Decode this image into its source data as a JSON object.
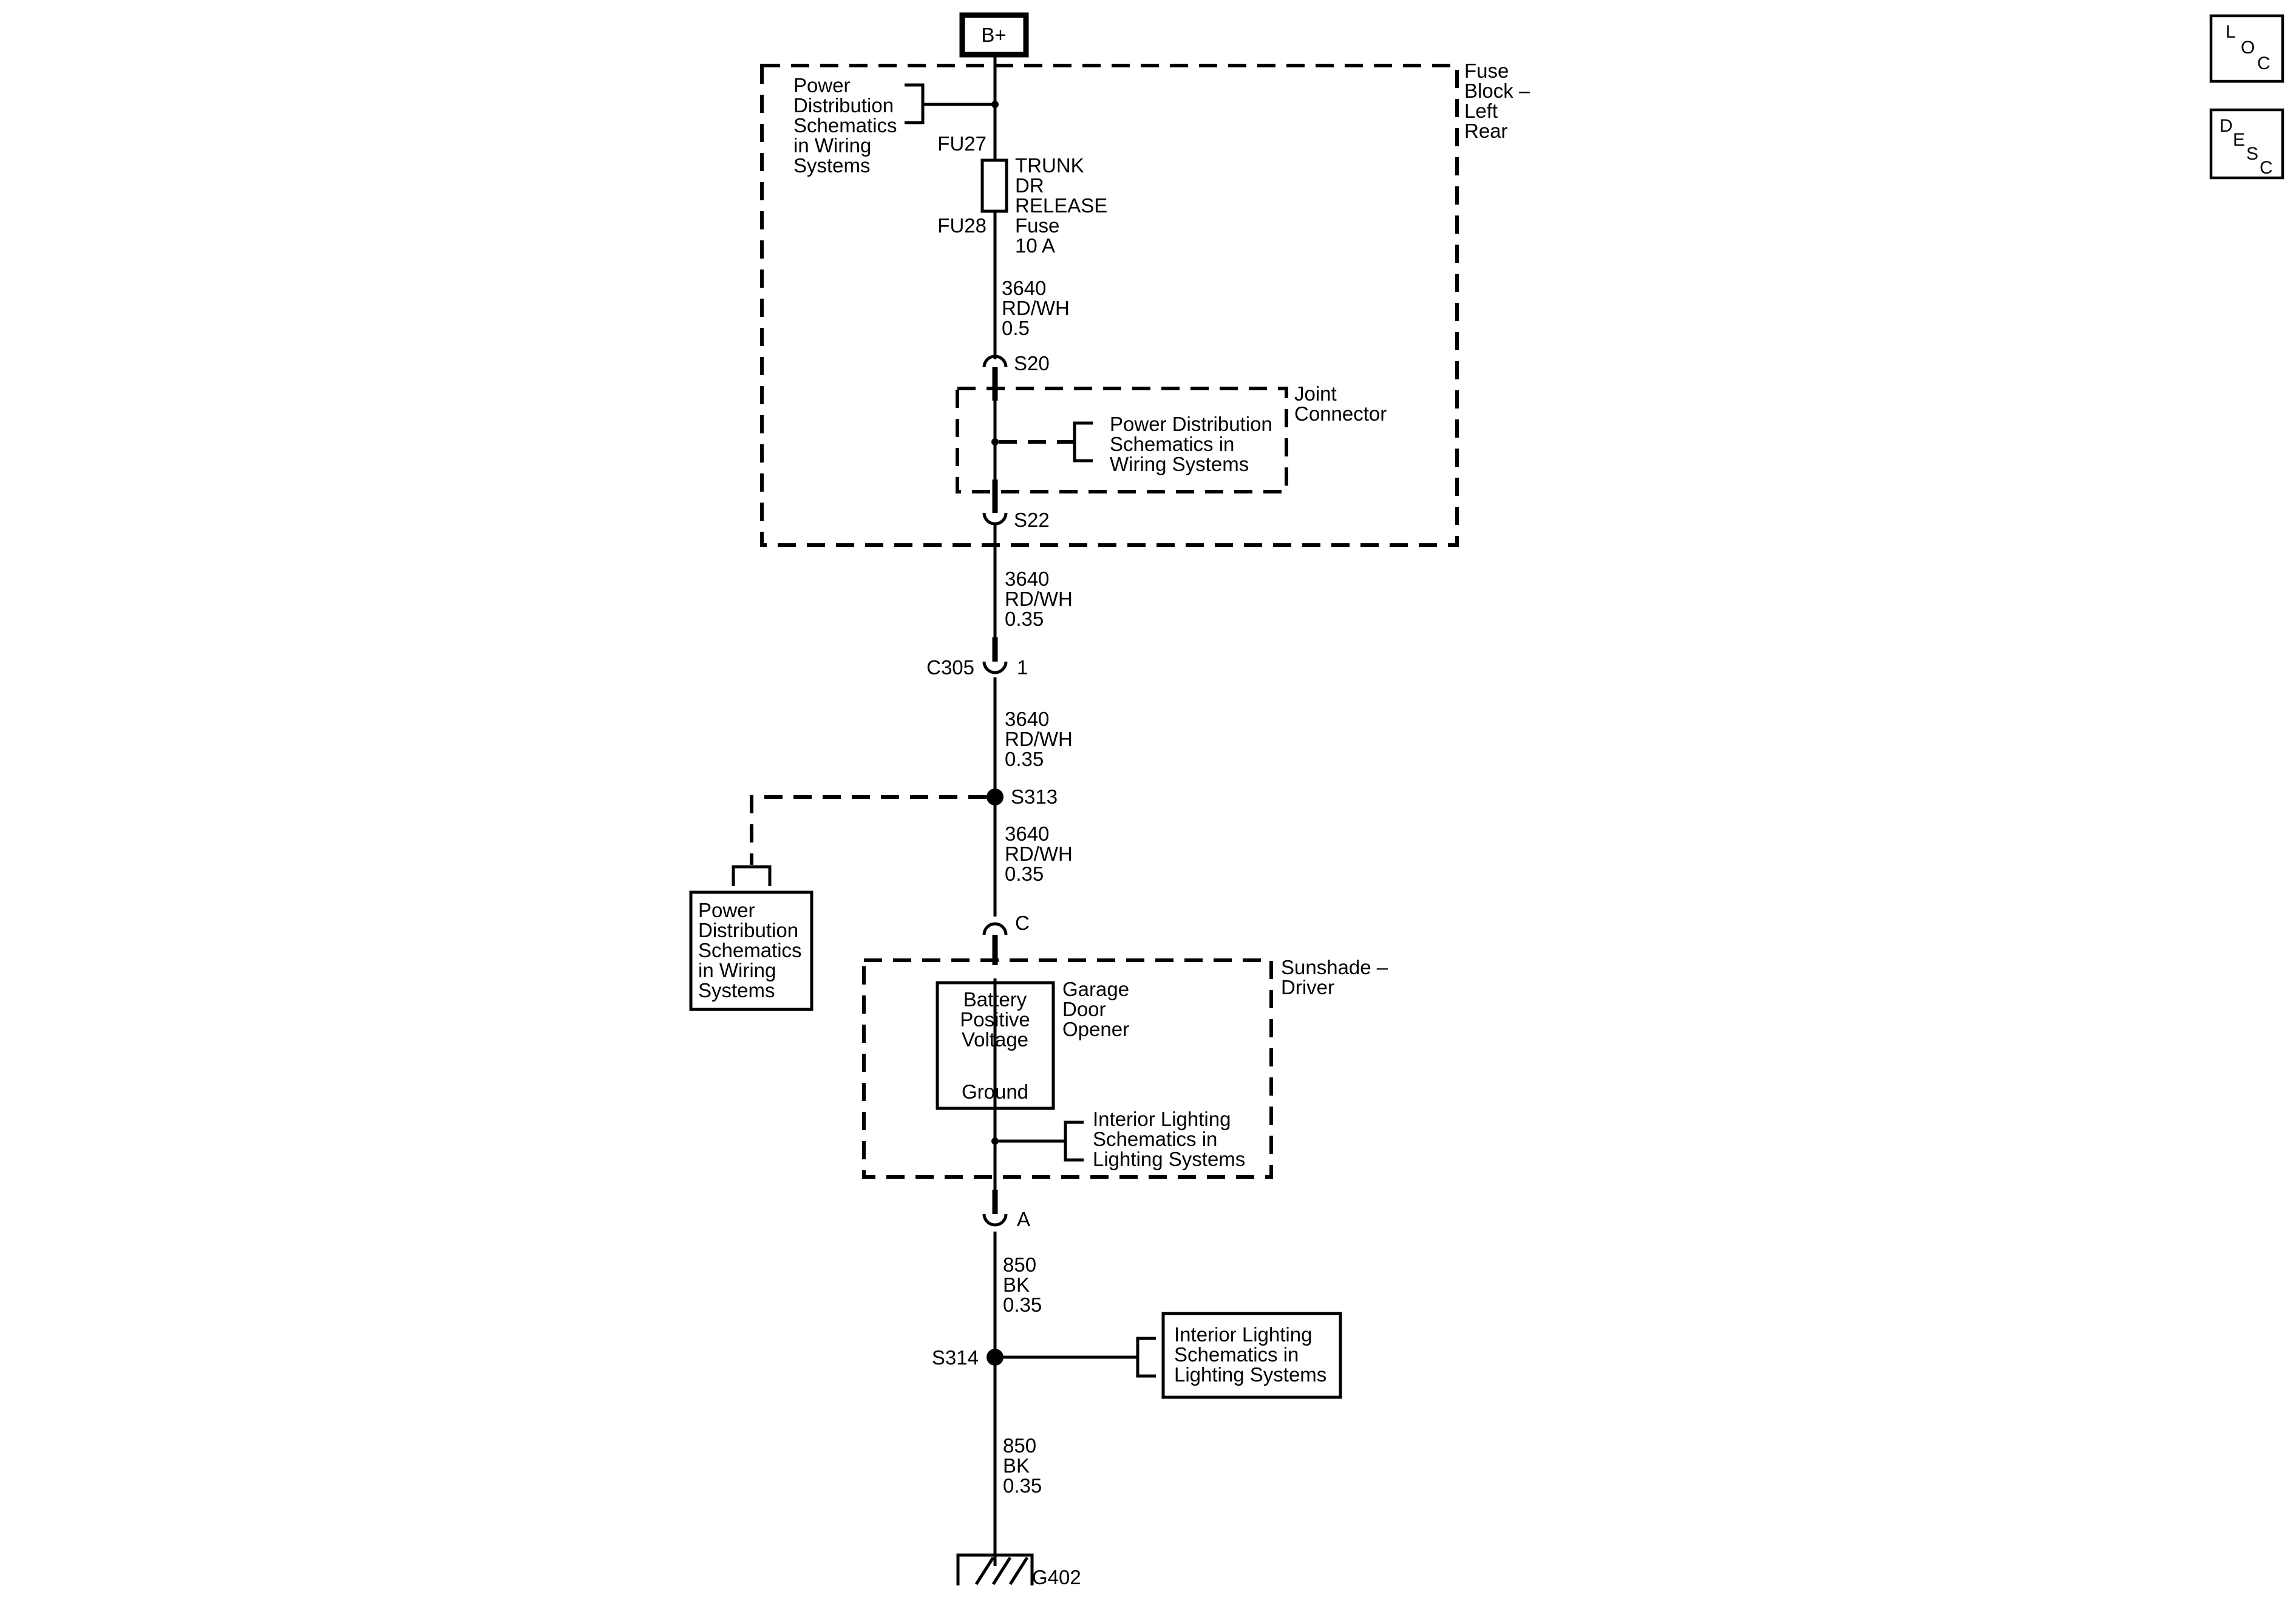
{
  "power_source": "B+",
  "fuse_block": {
    "title": [
      "Fuse",
      "Block –",
      "Left",
      "Rear"
    ],
    "ref_top": [
      "Power",
      "Distribution",
      "Schematics",
      "in Wiring",
      "Systems"
    ],
    "fuse_in": "FU27",
    "fuse_out": "FU28",
    "fuse_label": [
      "TRUNK",
      "DR",
      "RELEASE",
      "Fuse",
      "10 A"
    ],
    "wire_1": [
      "3640",
      "RD/WH",
      "0.5"
    ],
    "splice_s20": "S20",
    "splice_s22": "S22",
    "joint_connector_title": [
      "Joint",
      "Connector"
    ],
    "joint_ref": [
      "Power Distribution",
      "Schematics in",
      "Wiring Systems"
    ]
  },
  "wire_2": [
    "3640",
    "RD/WH",
    "0.35"
  ],
  "c305": {
    "connector": "C305",
    "pin": "1"
  },
  "wire_3": [
    "3640",
    "RD/WH",
    "0.35"
  ],
  "s313": "S313",
  "left_ref": [
    "Power",
    "Distribution",
    "Schematics",
    "in Wiring",
    "Systems"
  ],
  "wire_4": [
    "3640",
    "RD/WH",
    "0.35"
  ],
  "sunshade": {
    "pin_c": "C",
    "title": [
      "Sunshade –",
      "Driver"
    ],
    "component": [
      "Garage",
      "Door",
      "Opener"
    ],
    "box_top": [
      "Battery",
      "Positive",
      "Voltage"
    ],
    "box_bottom": "Ground",
    "ref": [
      "Interior Lighting",
      "Schematics in",
      "Lighting Systems"
    ],
    "pin_a": "A"
  },
  "wire_5": [
    "850",
    "BK",
    "0.35"
  ],
  "s314": "S314",
  "right_ref": [
    "Interior Lighting",
    "Schematics in",
    "Lighting Systems"
  ],
  "wire_6": [
    "850",
    "BK",
    "0.35"
  ],
  "ground": "G402",
  "icons": {
    "loc": [
      "L",
      "O",
      "C"
    ],
    "desc": [
      "D",
      "E",
      "S",
      "C"
    ]
  }
}
